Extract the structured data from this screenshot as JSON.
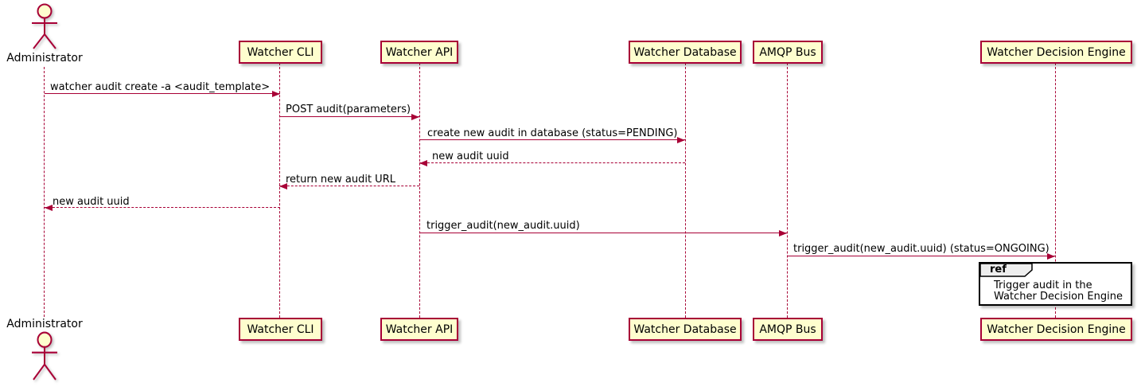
{
  "colors": {
    "accent": "#A80036",
    "participant-fill": "#FEFECE",
    "shadow": "#00000040",
    "ref-border": "#000000",
    "ref-tab-fill": "#EEEEEE",
    "background": "#FFFFFF"
  },
  "actor": {
    "name": "Administrator"
  },
  "participants": [
    {
      "label": "Watcher CLI"
    },
    {
      "label": "Watcher API"
    },
    {
      "label": "Watcher Database"
    },
    {
      "label": "AMQP Bus"
    },
    {
      "label": "Watcher Decision Engine"
    }
  ],
  "messages": [
    {
      "label": "watcher audit create -a <audit_template>",
      "from": "Administrator",
      "to": "Watcher CLI",
      "line": "solid"
    },
    {
      "label": "POST audit(parameters)",
      "from": "Watcher CLI",
      "to": "Watcher API",
      "line": "solid"
    },
    {
      "label": "create new audit in database (status=PENDING)",
      "from": "Watcher API",
      "to": "Watcher Database",
      "line": "solid"
    },
    {
      "label": "new audit uuid",
      "from": "Watcher Database",
      "to": "Watcher API",
      "line": "dashed"
    },
    {
      "label": "return new audit URL",
      "from": "Watcher API",
      "to": "Watcher CLI",
      "line": "dashed"
    },
    {
      "label": "new audit uuid",
      "from": "Watcher CLI",
      "to": "Administrator",
      "line": "dashed"
    },
    {
      "label": "trigger_audit(new_audit.uuid)",
      "from": "Watcher API",
      "to": "AMQP Bus",
      "line": "solid"
    },
    {
      "label": "trigger_audit(new_audit.uuid) (status=ONGOING)",
      "from": "AMQP Bus",
      "to": "Watcher Decision Engine",
      "line": "solid"
    }
  ],
  "ref": {
    "keyword": "ref",
    "line1": "Trigger audit in the",
    "line2": "Watcher Decision Engine"
  }
}
